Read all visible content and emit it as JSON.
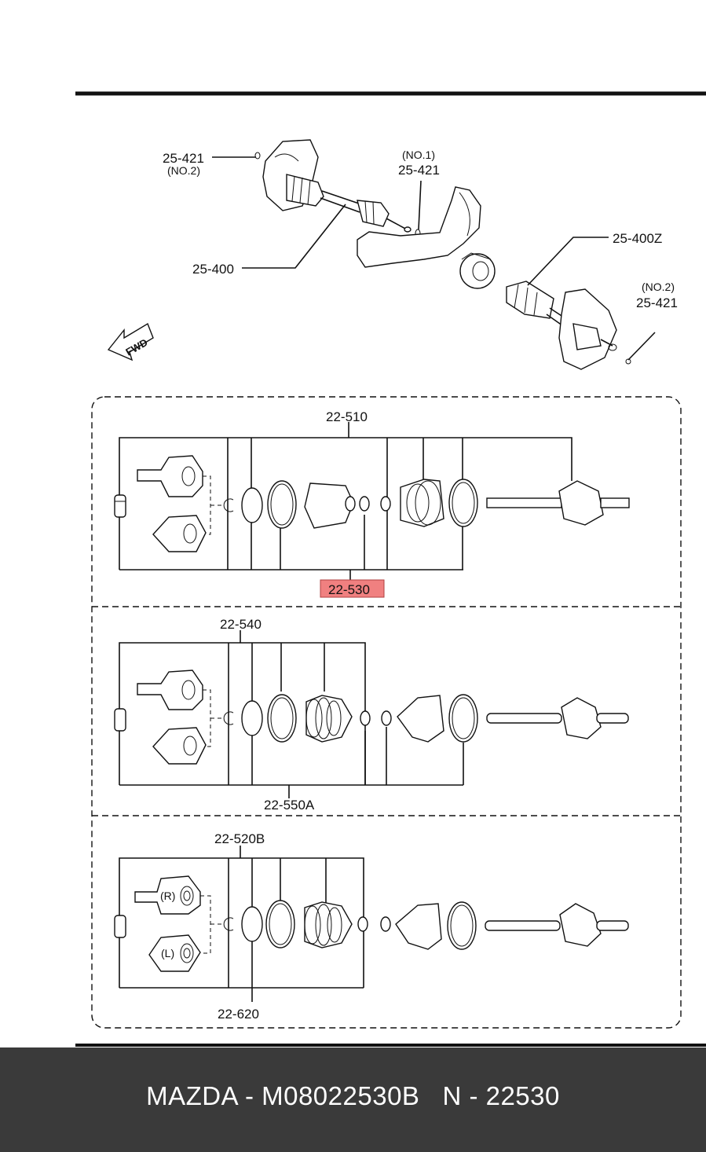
{
  "labels": {
    "top_421_no2_num": "25-421",
    "top_421_no2_tag": "(NO.2)",
    "top_421_no1_tag": "(NO.1)",
    "top_421_no1_num": "25-421",
    "shaft_400": "25-400",
    "shaft_400z": "25-400Z",
    "right_421_no2_tag": "(NO.2)",
    "right_421_no2_num": "25-421",
    "fwd": "FWD",
    "kit_510": "22-510",
    "kit_530": "22-530",
    "kit_540": "22-540",
    "kit_550a": "22-550A",
    "kit_520b": "22-520B",
    "kit_620": "22-620",
    "joint_r": "(R)",
    "joint_l": "(L)"
  },
  "highlight_color": "#f08080",
  "footer": {
    "text": "MAZDA - M08022530B   N - 22530"
  }
}
